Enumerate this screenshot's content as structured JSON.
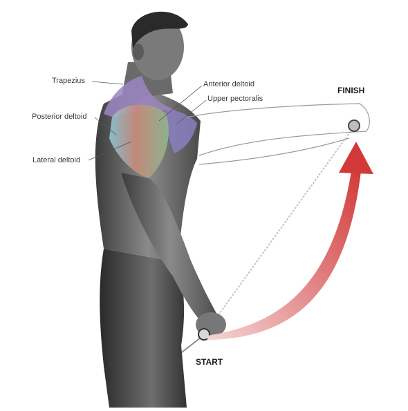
{
  "labels": {
    "trapezius": "Trapezius",
    "posterior_deltoid": "Posterior deltoid",
    "lateral_deltoid": "Lateral deltoid",
    "anterior_deltoid": "Anterior deltoid",
    "upper_pectoralis": "Upper pectoralis"
  },
  "positions": {
    "finish": "FINISH",
    "start": "START"
  },
  "colors": {
    "arrow": "#d23a3a",
    "trapezius": "#9b86c4",
    "posterior_deltoid": "#8ec7d8",
    "lateral_deltoid": "#c98a7a",
    "anterior_deltoid": "#8fb88f",
    "upper_pectoralis": "#8a7fc0",
    "body": "#6a6a6a",
    "cable": "#9a9a9a"
  }
}
